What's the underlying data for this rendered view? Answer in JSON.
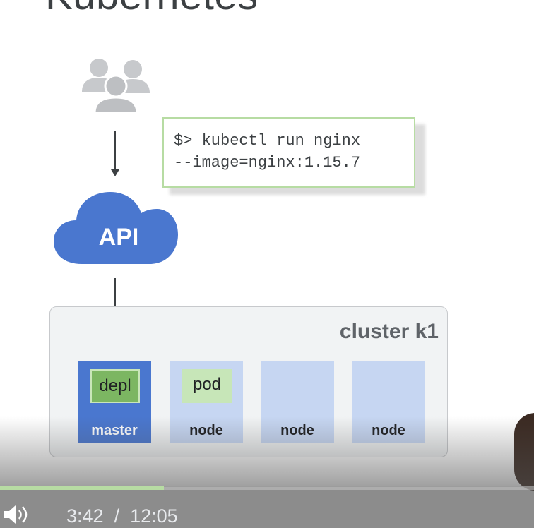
{
  "slide": {
    "title": "Kubernetes",
    "command_line_1": "$> kubectl run nginx",
    "command_line_2": "--image=nginx:1.15.7",
    "api_label": "API",
    "cluster_label": "cluster k1",
    "nodes": [
      {
        "label": "master",
        "chip": "depl"
      },
      {
        "label": "node",
        "chip": "pod"
      },
      {
        "label": "node",
        "chip": ""
      },
      {
        "label": "node",
        "chip": ""
      }
    ]
  },
  "colors": {
    "api_cloud": "#4a77cf",
    "master": "#4a77cf",
    "node": "#c6d6f2",
    "depl_chip": "#7cb662",
    "pod_chip": "#c7e6b8",
    "command_border": "#b7dca3",
    "progress_played": "#b7dca3"
  },
  "player": {
    "current_time": "3:42",
    "separator": "/",
    "duration": "12:05",
    "progress_fraction": 0.307,
    "volume_icon": "volume-icon"
  }
}
